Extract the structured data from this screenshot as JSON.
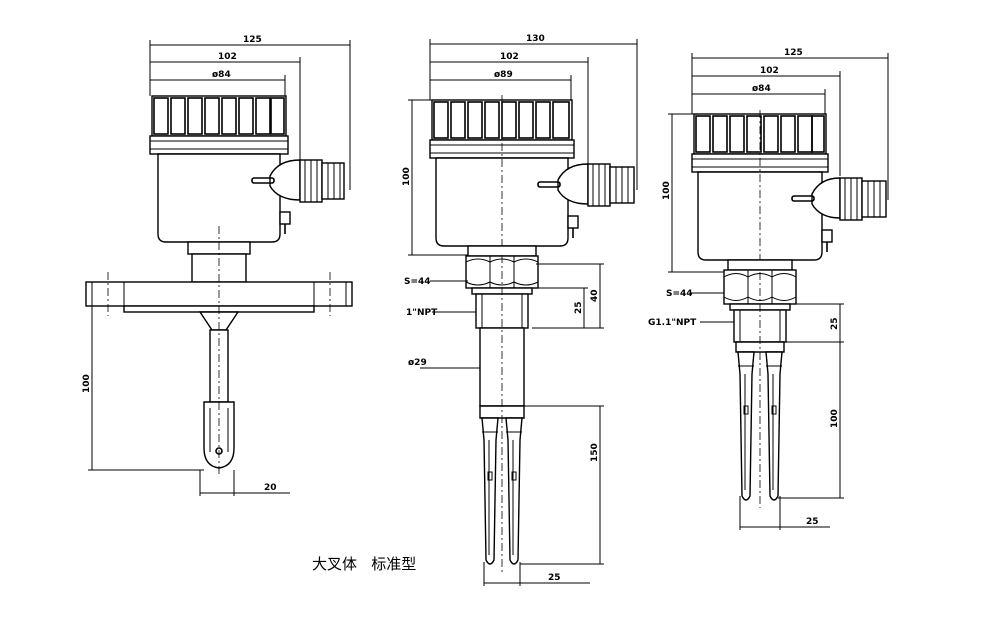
{
  "caption": "大叉体   标准型",
  "left": {
    "dim_total_width": "125",
    "dim_mid_width": "102",
    "dim_head_diameter": "ø84",
    "dim_length": "100",
    "dim_fork_width": "20"
  },
  "middle": {
    "dim_total_width": "130",
    "dim_mid_width": "102",
    "dim_head_diameter": "ø89",
    "dim_head_height": "100",
    "label_hex": "S=44",
    "label_thread": "1\"NPT",
    "label_tube_diameter": "ø29",
    "dim_thread_len": "25",
    "dim_neck_len": "40",
    "dim_length": "150",
    "dim_fork_width": "25"
  },
  "right": {
    "dim_total_width": "125",
    "dim_mid_width": "102",
    "dim_head_diameter": "ø84",
    "dim_head_height": "100",
    "label_hex": "S=44",
    "label_thread": "G1.1\"NPT",
    "dim_thread_len": "25",
    "dim_length": "100",
    "dim_fork_width": "25"
  }
}
